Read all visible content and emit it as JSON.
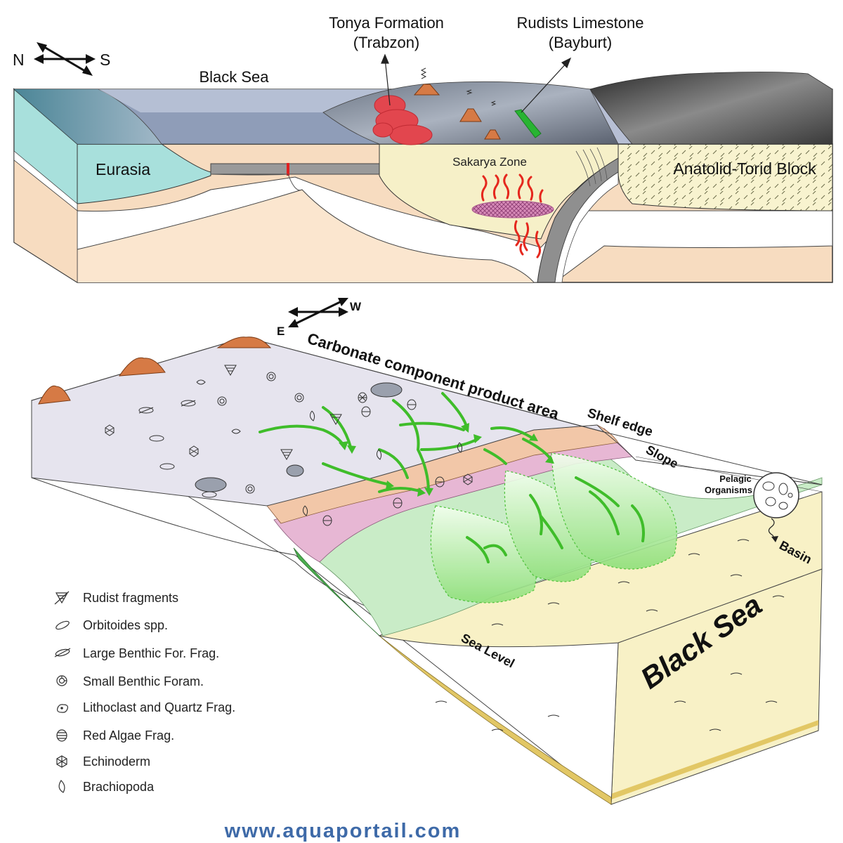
{
  "top_section": {
    "compass": {
      "left": "N",
      "right": "S"
    },
    "labels": {
      "black_sea": "Black Sea",
      "tonya_title": "Tonya Formation",
      "tonya_sub": "(Trabzon)",
      "rudists_title": "Rudists Limestone",
      "rudists_sub": "(Bayburt)",
      "eurasia": "Eurasia",
      "sakarya": "Sakarya Zone",
      "anatolid": "Anatolid-Torid Block"
    }
  },
  "bottom_section": {
    "compass": {
      "left": "E",
      "right": "W"
    },
    "labels": {
      "carbonate": "Carbonate component product area",
      "shelf_edge": "Shelf edge",
      "slope": "Slope",
      "pelagic": "Pelagic",
      "organisms": "Organisms",
      "basin": "Basin",
      "sea_level": "Sea Level",
      "black_sea": "Black Sea"
    }
  },
  "legend": {
    "items": [
      {
        "label": "Rudist fragments",
        "icon": "rudist-icon"
      },
      {
        "label": "Orbitoides spp.",
        "icon": "orbitoides-icon"
      },
      {
        "label": "Large Benthic For. Frag.",
        "icon": "large-benthic-icon"
      },
      {
        "label": "Small Benthic Foram.",
        "icon": "small-benthic-icon"
      },
      {
        "label": "Lithoclast and Quartz Frag.",
        "icon": "lithoclast-icon"
      },
      {
        "label": "Red Algae Frag.",
        "icon": "red-algae-icon"
      },
      {
        "label": "Echinoderm",
        "icon": "echinoderm-icon"
      },
      {
        "label": "Brachiopoda",
        "icon": "brachiopoda-icon"
      }
    ]
  },
  "watermark": "www.aquaportail.com",
  "colors": {
    "eurasia": "#a8e0dc",
    "sea_surface": "#8f9db8",
    "sakarya": "#f6f0c8",
    "tonya": "#e2464e",
    "rudists": "#28b432",
    "mantle": "#f7dcc0",
    "shelf": "#e6e4ee",
    "shelf_edge": "#f2c7a8",
    "pink_band": "#e7b7d4",
    "slope_green": "#c9ecc7",
    "basin": "#f8f1c6",
    "current_arrow": "#3fbd2a"
  }
}
